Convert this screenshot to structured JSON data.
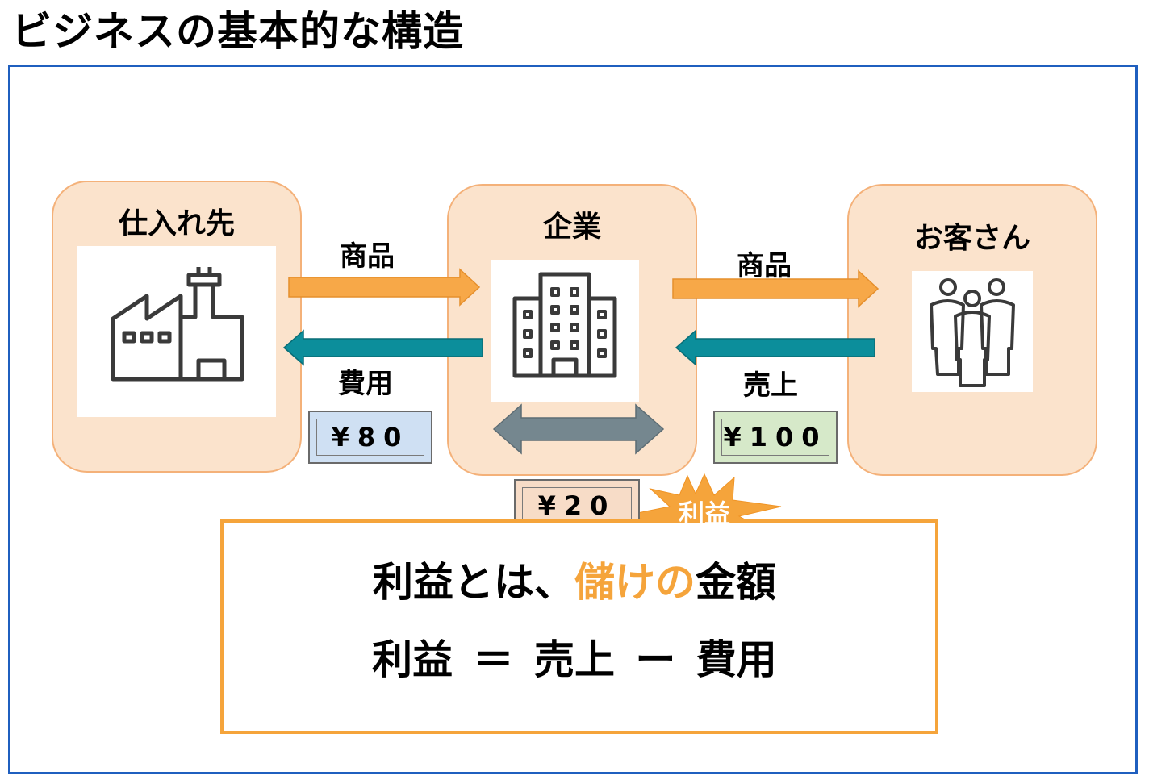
{
  "title": "ビジネスの基本的な構造",
  "parties": {
    "supplier": {
      "label": "仕入れ先",
      "icon": "factory-icon"
    },
    "company": {
      "label": "企業",
      "icon": "office-building-icon"
    },
    "customer": {
      "label": "お客さん",
      "icon": "people-group-icon"
    }
  },
  "flows": {
    "goods_left": "商品",
    "goods_right": "商品",
    "cost": "費用",
    "sales": "売上"
  },
  "amounts": {
    "cost": "¥80",
    "sales": "¥100",
    "profit": "¥20"
  },
  "profit_burst": "利益",
  "definition": {
    "prefix": "利益とは、",
    "highlight": "儲けの",
    "suffix": "金額",
    "formula": "利益 ＝ 売上 ー 費用"
  },
  "colors": {
    "frame": "#1f5fbf",
    "party_fill": "#fbe3cc",
    "goods_arrow": "#f7a848",
    "money_arrow": "#0c8e9b",
    "profit_arrow": "#75878f",
    "cost_tag": "#cfe0f3",
    "sales_tag": "#d6e9c9",
    "profit_tag": "#f7dcc7",
    "accent": "#f5a43b"
  }
}
